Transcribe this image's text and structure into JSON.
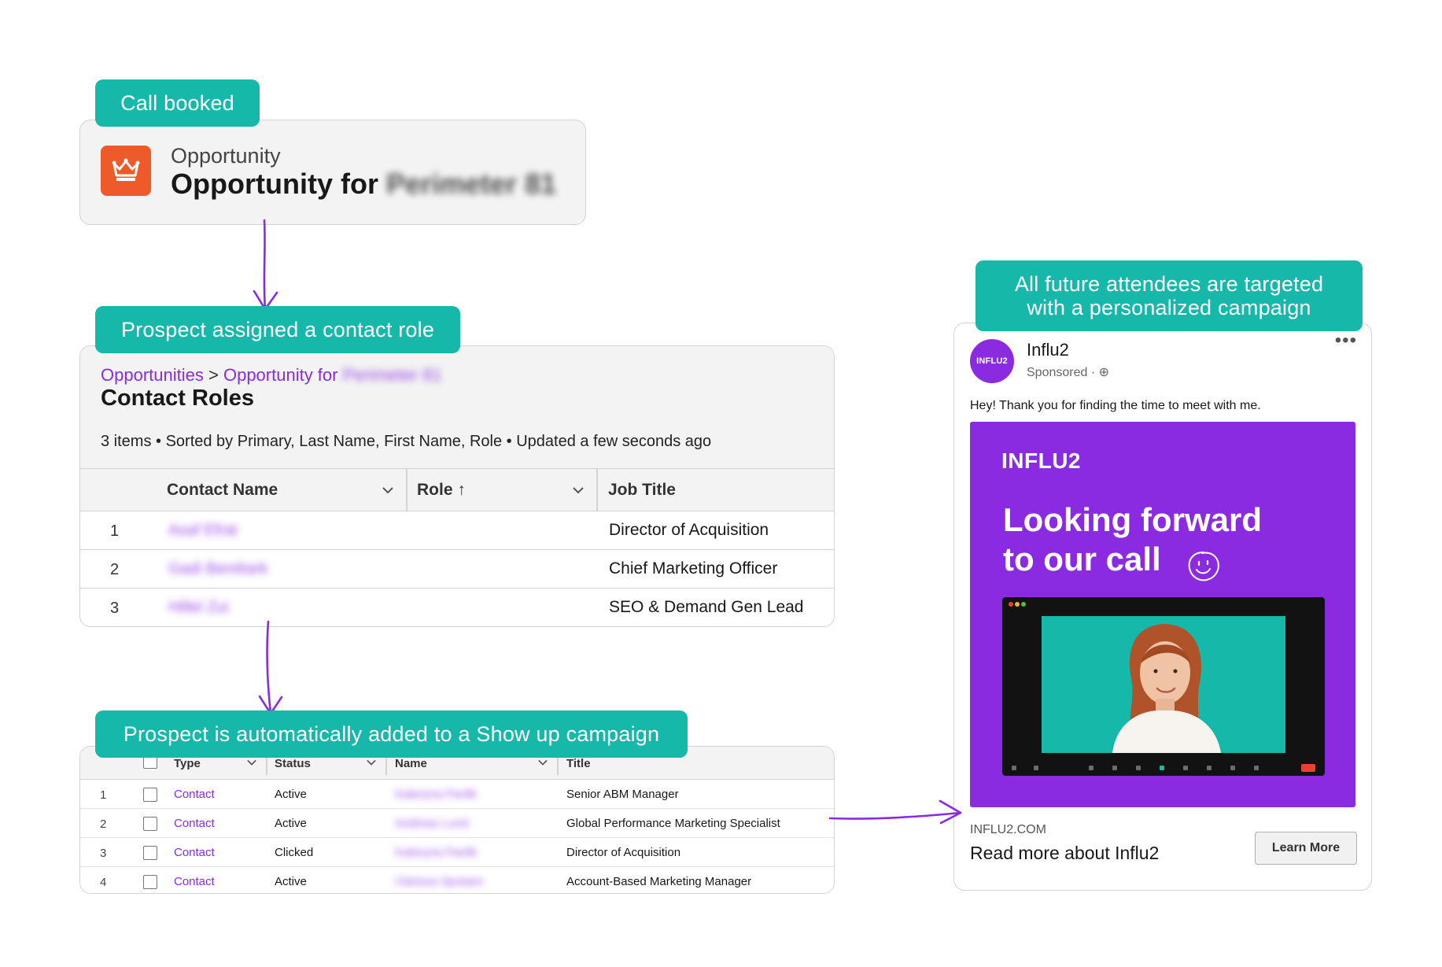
{
  "labels": {
    "call_booked": "Call booked",
    "contact_role": "Prospect assigned a contact role",
    "show_up": "Prospect is automatically added to a Show up campaign",
    "targeted": "All future attendees are targeted with a personalized campaign"
  },
  "opportunity": {
    "label": "Opportunity",
    "title_prefix": "Opportunity for",
    "title_blurred": "Perimeter 81"
  },
  "contact_roles": {
    "breadcrumb_root": "Opportunities",
    "breadcrumb_sep": ">",
    "breadcrumb_current": "Opportunity for",
    "breadcrumb_blurred": "Perimeter 81",
    "title": "Contact Roles",
    "meta": "3 items • Sorted by Primary, Last Name, First Name, Role • Updated a few seconds ago",
    "columns": [
      "Contact Name",
      "Role ↑",
      "Job Title"
    ],
    "rows": [
      {
        "num": "1",
        "name": "Asaf Efrat",
        "job": "Director of Acquisition"
      },
      {
        "num": "2",
        "name": "Gadi Bentitark",
        "job": "Chief Marketing Officer"
      },
      {
        "num": "3",
        "name": "Hillel Zui",
        "job": "SEO & Demand Gen Lead"
      }
    ]
  },
  "campaign": {
    "columns": [
      "Type",
      "Status",
      "Name",
      "Title"
    ],
    "rows": [
      {
        "num": "1",
        "type": "Contact",
        "status": "Active",
        "name": "Kateryna Pavlik",
        "title": "Senior ABM Manager"
      },
      {
        "num": "2",
        "type": "Contact",
        "status": "Active",
        "name": "Andreas Lund",
        "title": "Global Performance Marketing Specialist"
      },
      {
        "num": "3",
        "type": "Contact",
        "status": "Clicked",
        "name": "Kateryna Pavlik",
        "title": "Director of Acquisition"
      },
      {
        "num": "4",
        "type": "Contact",
        "status": "Active",
        "name": "Clarissa Sjostam",
        "title": "Account-Based Marketing Manager"
      }
    ]
  },
  "ad": {
    "avatar_text": "INFLU2",
    "brand": "Influ2",
    "sponsored": "Sponsored · ⊕",
    "more": "•••",
    "text": "Hey! Thank you for finding the time to meet with me.",
    "creative_logo": "INFLU2",
    "creative_headline": "Looking forward\nto our call",
    "url": "INFLU2.COM",
    "cta_text": "Read more about Influ2",
    "button": "Learn More"
  },
  "colors": {
    "teal": "#16b8aa",
    "purple": "#8a2be2",
    "orange": "#ef5a2a"
  },
  "icons": [
    "crown-icon",
    "chevron-down-icon",
    "arrow-icon",
    "smiley-icon",
    "checkbox-icon"
  ]
}
